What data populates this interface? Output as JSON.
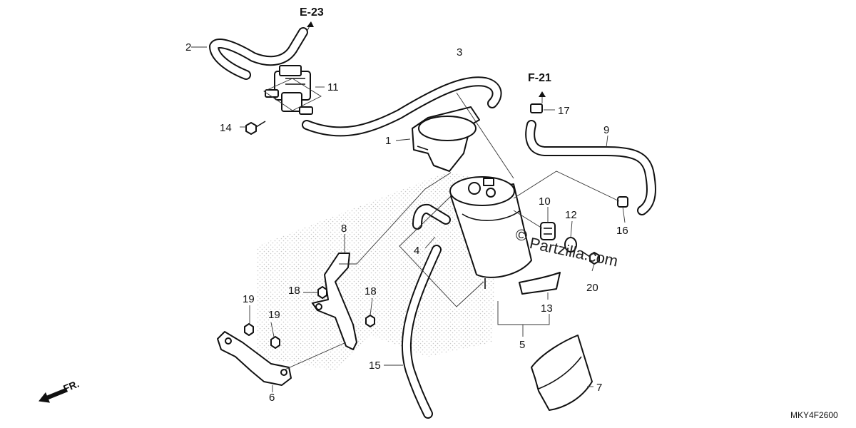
{
  "refs": {
    "e23": "E-23",
    "f21": "F-21"
  },
  "callouts": {
    "c1": "1",
    "c2": "2",
    "c3": "3",
    "c4": "4",
    "c5": "5",
    "c6": "6",
    "c7": "7",
    "c8": "8",
    "c9": "9",
    "c10": "10",
    "c11": "11",
    "c12": "12",
    "c13": "13",
    "c14": "14",
    "c15": "15",
    "c16": "16",
    "c17": "17",
    "c18a": "18",
    "c18b": "18",
    "c19a": "19",
    "c19b": "19",
    "c20": "20"
  },
  "watermark": {
    "copyright": "©",
    "text": "Partzilla.com"
  },
  "front_label": "FR.",
  "diagram_code": "MKY4F2600"
}
